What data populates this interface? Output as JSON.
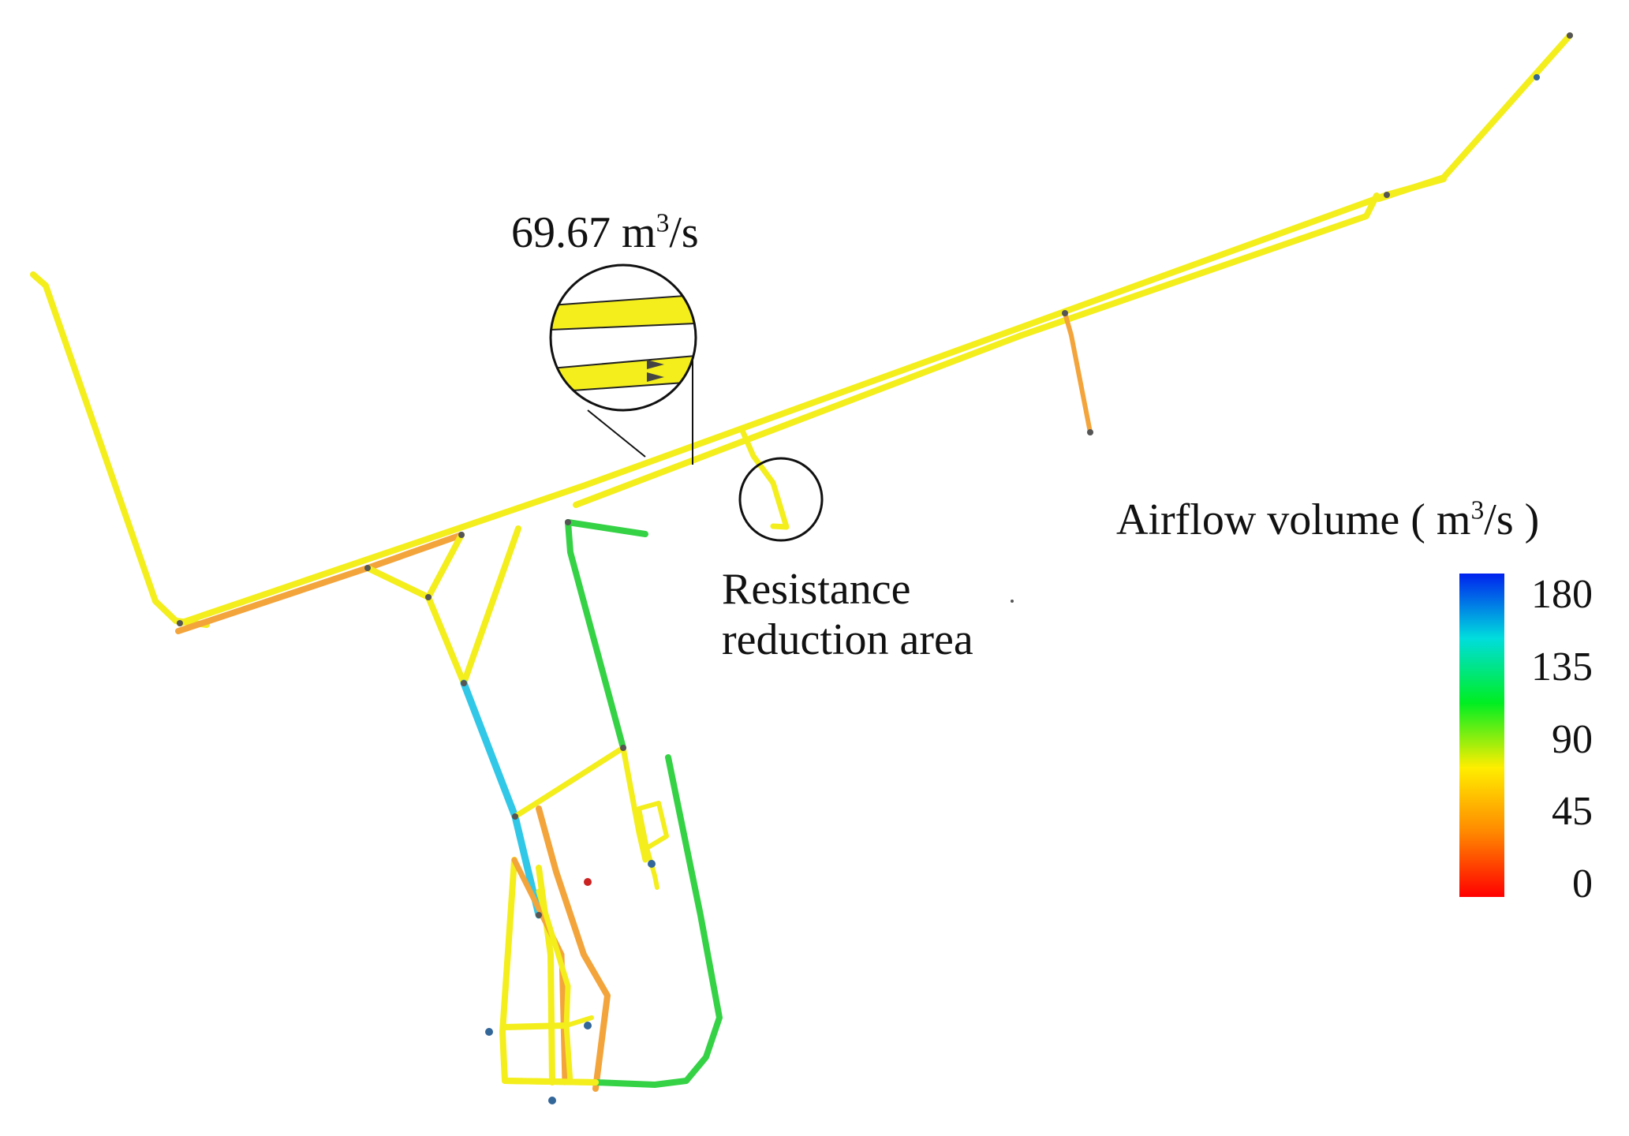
{
  "annotations": {
    "callout_value": "69.67",
    "callout_unit": "m",
    "callout_unit_power": "3",
    "callout_unit_tail": "/s",
    "resistance_line1": "Resistance",
    "resistance_line2": "reduction area"
  },
  "legend": {
    "title_prefix": "Airflow volume ( m",
    "title_power": "3",
    "title_suffix": "/s )",
    "ticks": [
      "180",
      "135",
      "90",
      "45",
      "0"
    ],
    "min": 0,
    "max": 180,
    "colors": [
      "#ff0000",
      "#ff8800",
      "#ffee00",
      "#00ee22",
      "#00dddd",
      "#0022ee"
    ]
  },
  "colors": {
    "yellow": "#f3ee1c",
    "orange": "#f3a43a",
    "green": "#35d246",
    "cyan": "#31c8e8",
    "dark_outline": "#222222"
  }
}
